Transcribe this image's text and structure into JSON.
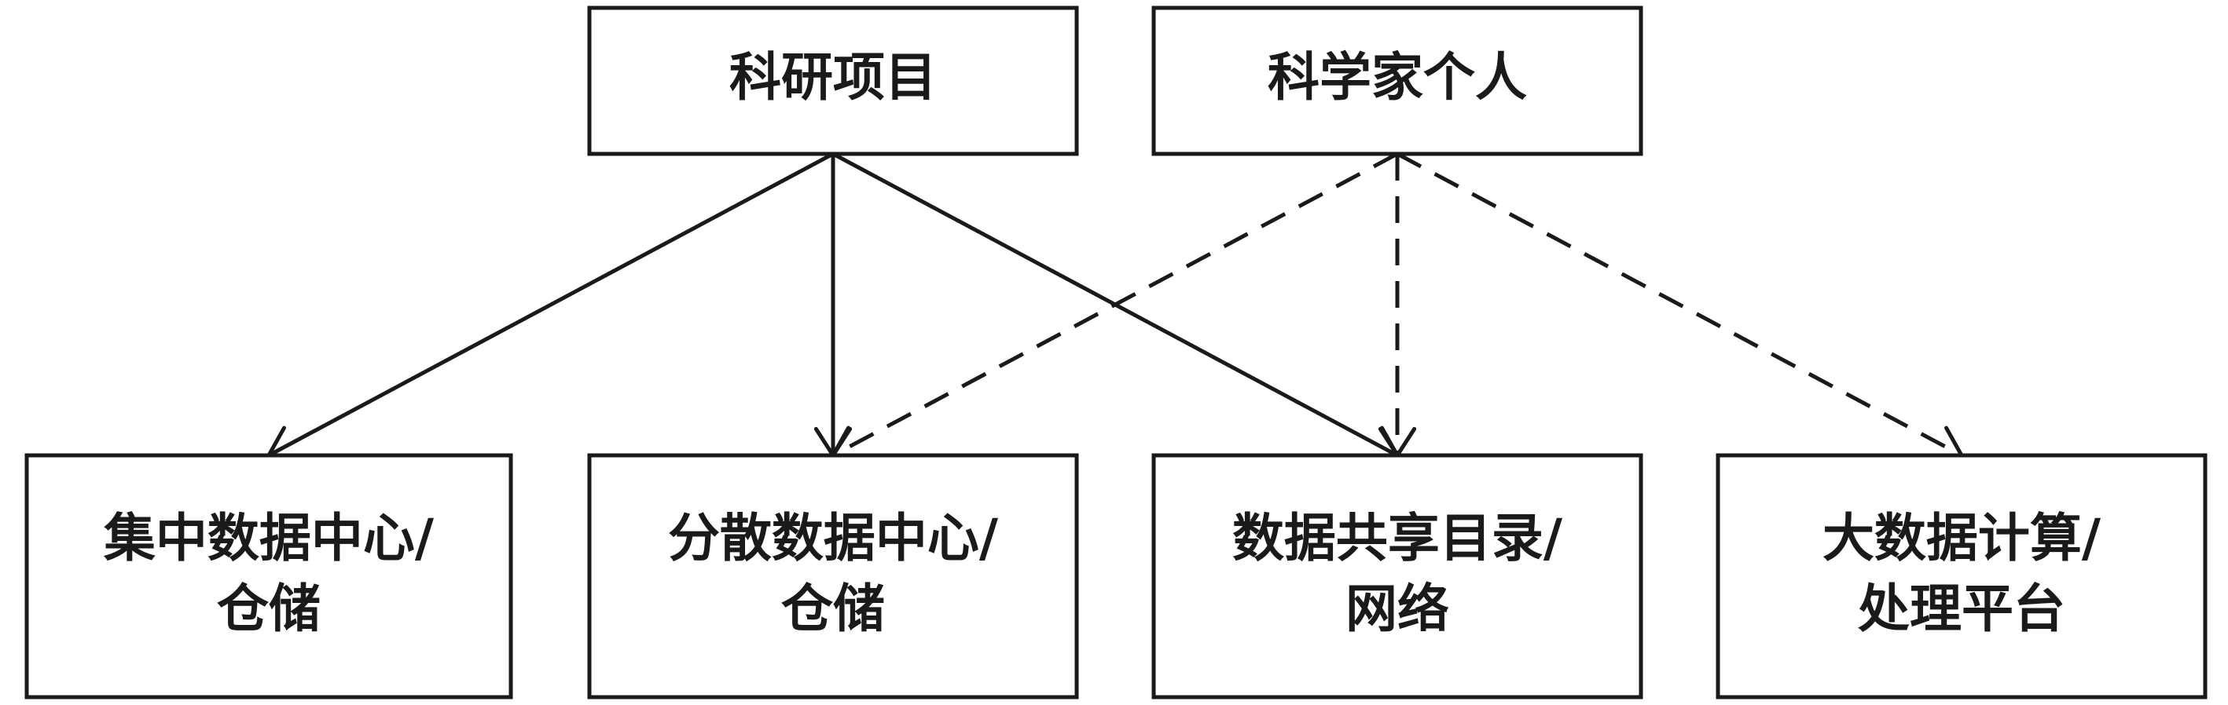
{
  "diagram": {
    "sources": [
      {
        "id": "research",
        "label": "科研项目"
      },
      {
        "id": "scientist",
        "label": "科学家个人"
      }
    ],
    "targets": [
      {
        "id": "central",
        "lines": [
          "集中数据中心/",
          "仓储"
        ]
      },
      {
        "id": "distributed",
        "lines": [
          "分散数据中心/",
          "仓储"
        ]
      },
      {
        "id": "catalog",
        "lines": [
          "数据共享目录/",
          "网络"
        ]
      },
      {
        "id": "bigdata",
        "lines": [
          "大数据计算/",
          "处理平台"
        ]
      }
    ],
    "edges": [
      {
        "from": "research",
        "to": "central",
        "style": "solid"
      },
      {
        "from": "research",
        "to": "distributed",
        "style": "solid"
      },
      {
        "from": "research",
        "to": "catalog",
        "style": "solid"
      },
      {
        "from": "scientist",
        "to": "distributed",
        "style": "dashed"
      },
      {
        "from": "scientist",
        "to": "catalog",
        "style": "dashed"
      },
      {
        "from": "scientist",
        "to": "bigdata",
        "style": "dashed"
      }
    ],
    "colors": {
      "stroke": "#1a1a1a",
      "background": "#ffffff"
    }
  }
}
